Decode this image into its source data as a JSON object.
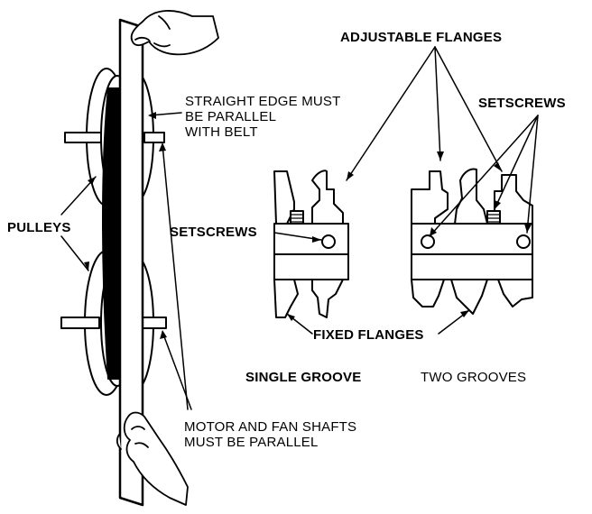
{
  "labels": {
    "adjustable_flanges": "ADJUSTABLE FLANGES",
    "straight_edge": [
      "STRAIGHT EDGE MUST",
      "BE PARALLEL",
      "WITH BELT"
    ],
    "setscrews_top": "SETSCREWS",
    "pulleys": "PULLEYS",
    "setscrews_left": "SETSCREWS",
    "fixed_flanges": "FIXED FLANGES",
    "single_groove": "SINGLE GROOVE",
    "two_grooves": "TWO GROOVES",
    "shafts": [
      "MOTOR AND FAN SHAFTS",
      "MUST BE PARALLEL"
    ]
  },
  "colors": {
    "ink": "#000000",
    "paper": "#ffffff"
  }
}
